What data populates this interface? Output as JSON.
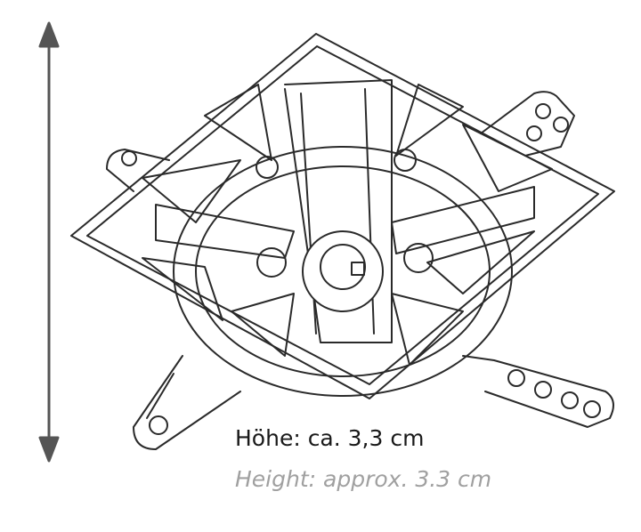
{
  "caption": {
    "german": "Höhe: ca. 3,3 cm",
    "english": "Height: approx. 3.3 cm"
  },
  "colors": {
    "line": "#2a2a2a",
    "caption_de": "#1a1a1a",
    "caption_en": "#a0a0a0"
  },
  "icons": {
    "dimension_arrow": "double-headed-vertical-arrow"
  }
}
